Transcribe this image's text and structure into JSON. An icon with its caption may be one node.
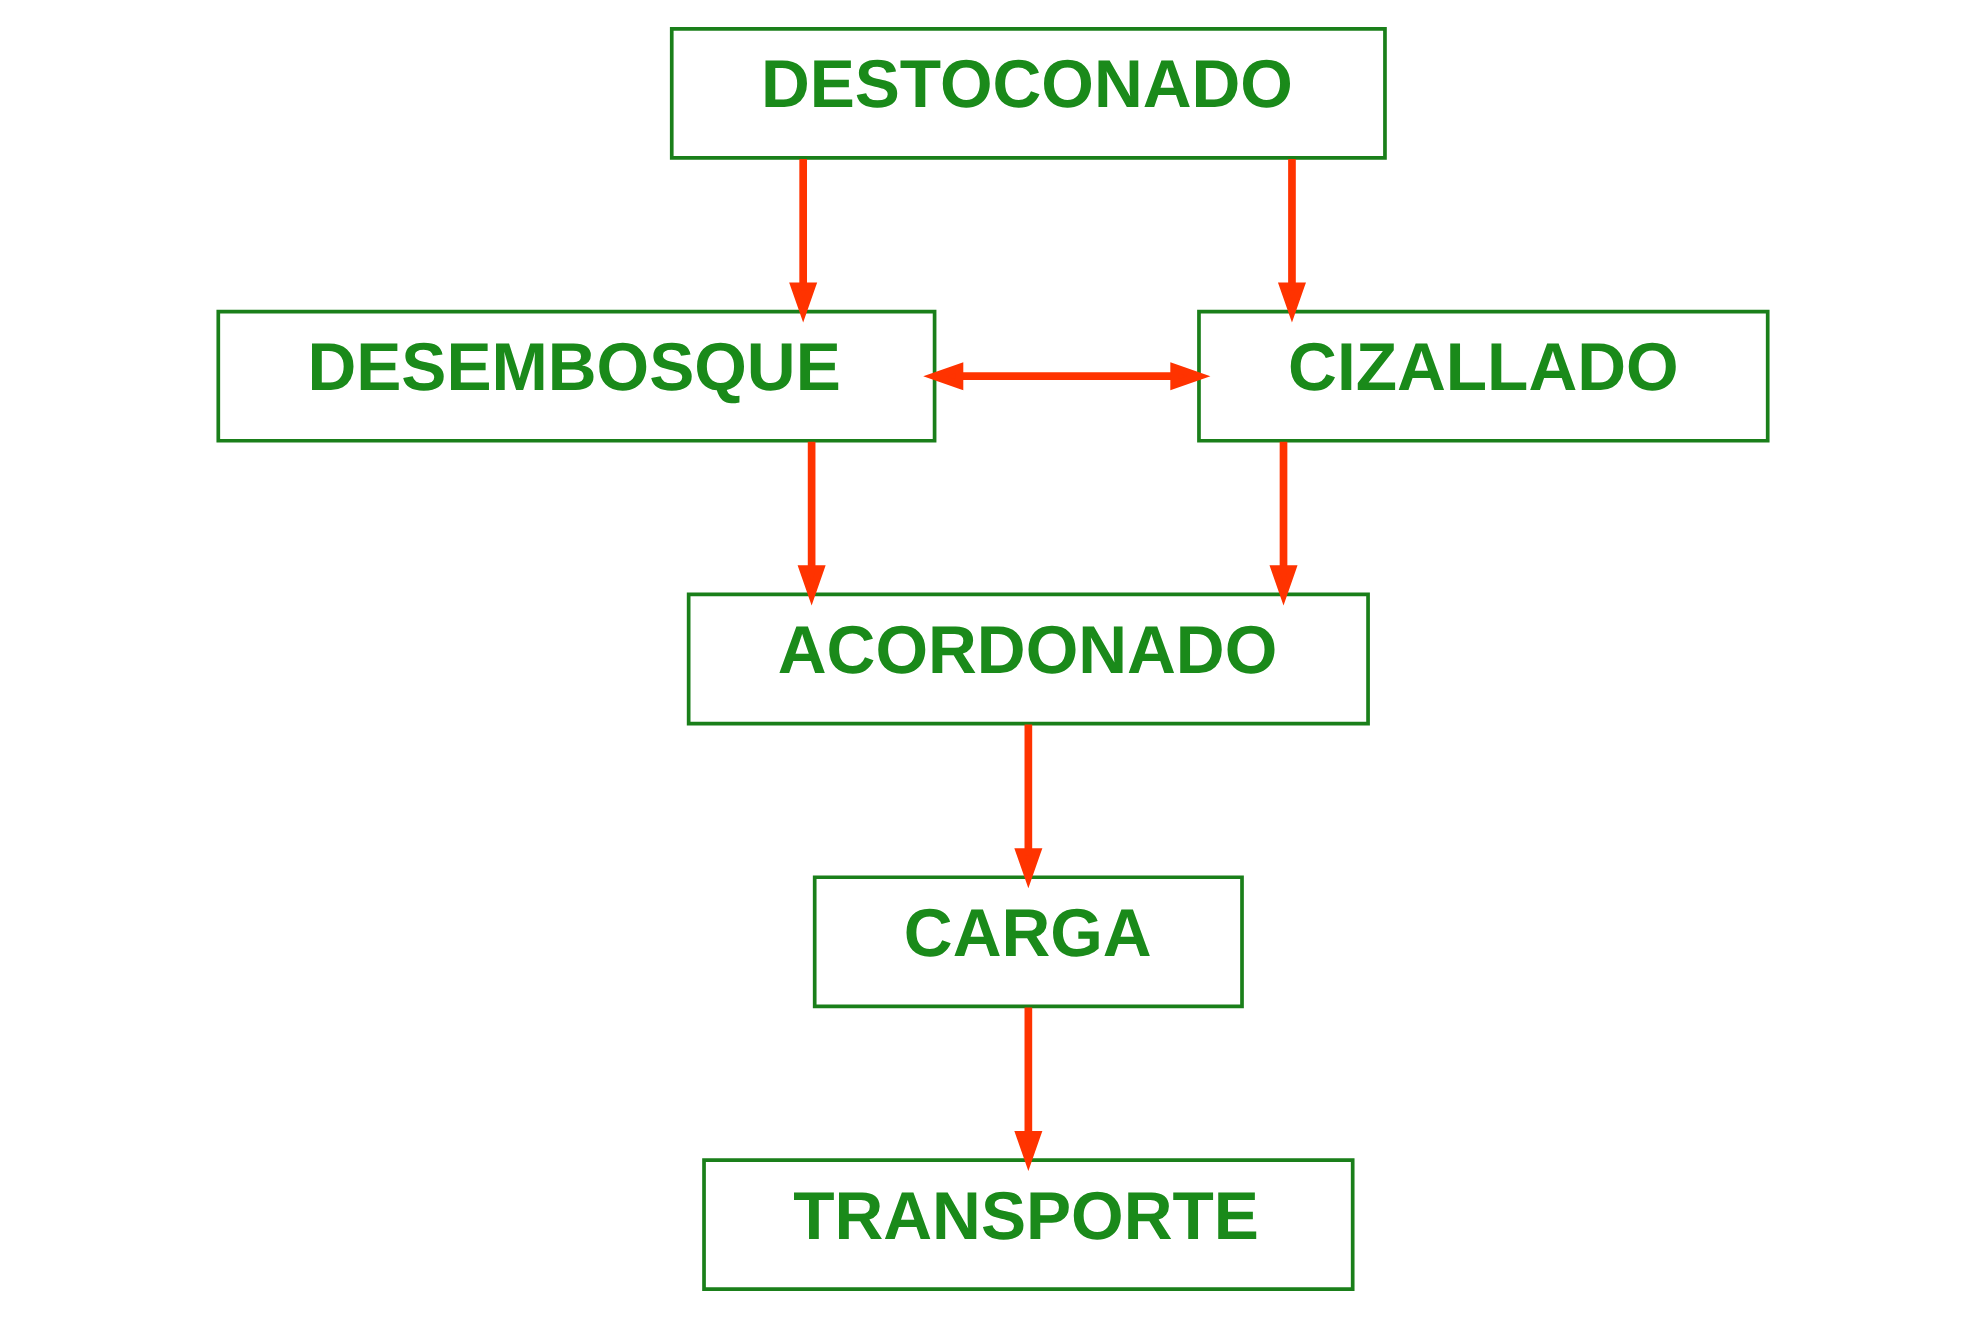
{
  "diagram": {
    "nodes": [
      {
        "text": [
          "DESTOCONADO"
        ]
      },
      {
        "text": [
          "DESEMBOSQUE"
        ]
      },
      {
        "text": [
          "CIZALLADO"
        ]
      },
      {
        "text": [
          "ACORDONADO"
        ]
      },
      {
        "text": [
          "CARGA"
        ]
      },
      {
        "text": [
          "TRANSPORTE"
        ]
      }
    ],
    "edges": [
      {
        "from": 0,
        "to": 1,
        "arrow": "to"
      },
      {
        "from": 0,
        "to": 2,
        "arrow": "to"
      },
      {
        "from": 1,
        "to": 2,
        "arrow": "both"
      },
      {
        "from": 1,
        "to": 3,
        "arrow": "to"
      },
      {
        "from": 2,
        "to": 3,
        "arrow": "to"
      },
      {
        "from": 3,
        "to": 4,
        "arrow": "to"
      },
      {
        "from": 4,
        "to": 5,
        "arrow": "to"
      }
    ]
  }
}
